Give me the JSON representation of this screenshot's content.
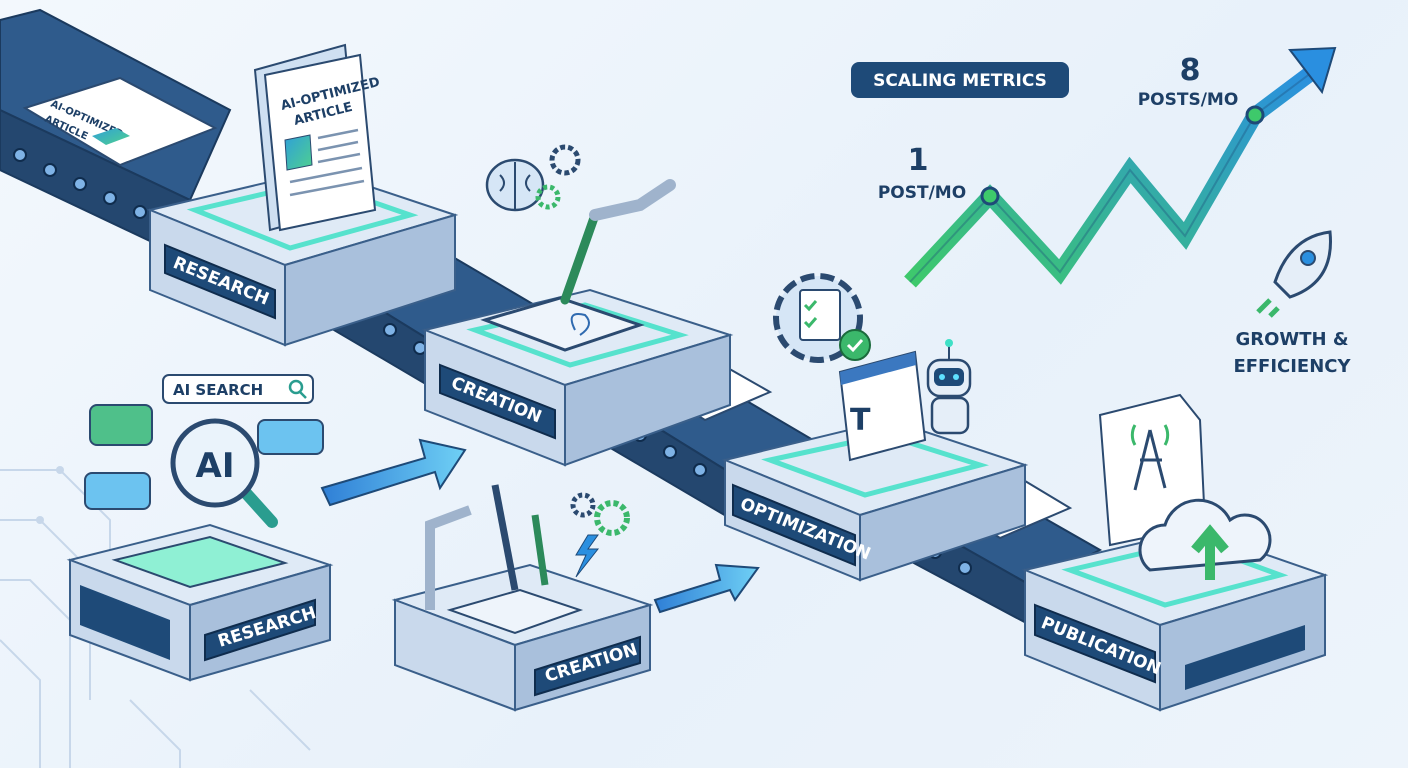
{
  "metrics": {
    "badge": "SCALING METRICS",
    "start_value": "1",
    "start_unit": "POST/MO",
    "end_value": "8",
    "end_unit": "POSTS/MO",
    "growth_label_1": "GROWTH &",
    "growth_label_2": "EFFICIENCY",
    "line_colors": [
      "#3ec96b",
      "#2a8fe0"
    ]
  },
  "pipeline": {
    "stations": [
      {
        "label": "RESEARCH"
      },
      {
        "label": "CREATION"
      },
      {
        "label": "OPTIMIZATION"
      },
      {
        "label": "PUBLICATION"
      }
    ],
    "article_title_1": "AI-OPTIMIZED",
    "article_title_2": "ARTICLE",
    "belt_article_1": "AI-OPTIMIZED",
    "belt_article_2": "ARTICLE"
  },
  "foreground": {
    "search_label": "AI SEARCH",
    "magnifier_label": "AI",
    "research_label": "RESEARCH",
    "creation_label": "CREATION"
  },
  "optimization_editor_glyph": "T",
  "colors": {
    "accent_teal": "#3ee0c6",
    "navy": "#1e4a78",
    "arrow_blue": "#2a8fe0"
  }
}
